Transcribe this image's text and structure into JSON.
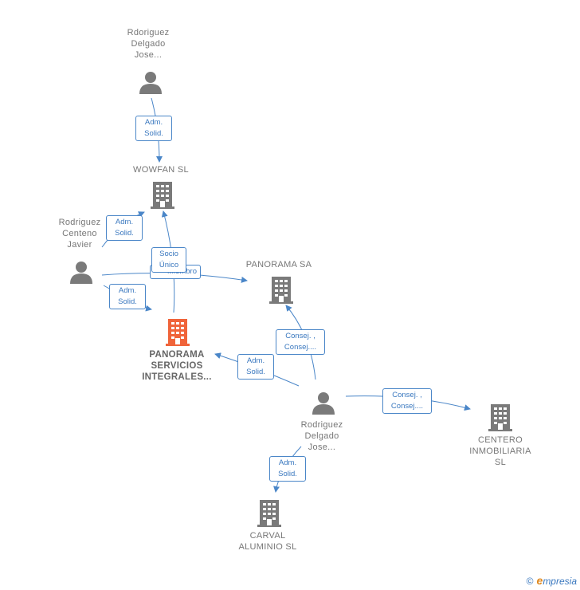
{
  "nodes": {
    "rdoriguez": {
      "label": "Rdoriguez\nDelgado\nJose..."
    },
    "wowfan": {
      "label": "WOWFAN  SL"
    },
    "centeno": {
      "label": "Rodriguez\nCenteno\nJavier"
    },
    "panorama_sa": {
      "label": "PANORAMA SA"
    },
    "panorama_servicios": {
      "label": "PANORAMA\nSERVICIOS\nINTEGRALES..."
    },
    "rodriguez_delgado": {
      "label": "Rodriguez\nDelgado\nJose..."
    },
    "centero": {
      "label": "CENTERO\nINMOBILIARIA\nSL"
    },
    "carval": {
      "label": "CARVAL\nALUMINIO  SL"
    }
  },
  "relations": {
    "r1": "Adm.\nSolid.",
    "r2": "Adm.\nSolid.",
    "r3": "Socio\nÚnico",
    "r4": "Miembro",
    "r5": "Adm.\nSolid.",
    "r6": "Consej. ,\nConsej....",
    "r7": "Adm.\nSolid.",
    "r8": "Consej. ,\nConsej....",
    "r9": "Adm.\nSolid."
  },
  "brand": {
    "copyright": "©",
    "initial": "e",
    "name": "mpresia"
  },
  "colors": {
    "edge": "#4a86c8",
    "node_gray": "#7a7a7a",
    "node_highlight": "#f0643a"
  }
}
